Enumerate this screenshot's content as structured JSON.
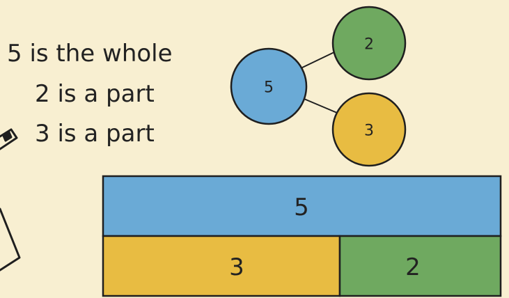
{
  "statements": [
    "5 is the whole",
    "2 is a part",
    "3 is a part"
  ],
  "part_whole_model": {
    "whole": "5",
    "parts": [
      "2",
      "3"
    ]
  },
  "bar_model": {
    "whole": "5",
    "parts": [
      "3",
      "2"
    ]
  },
  "colors": {
    "background": "#f8efd1",
    "whole": "#6aaad6",
    "part_a": "#e8bc42",
    "part_b": "#6fa960",
    "outline": "#1f1f1f"
  }
}
